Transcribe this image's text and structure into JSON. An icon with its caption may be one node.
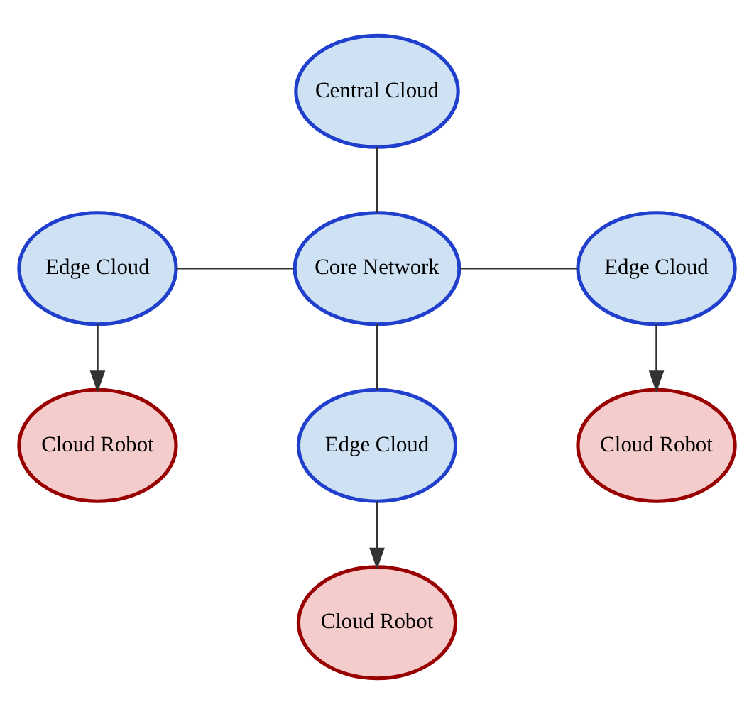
{
  "diagram": {
    "nodes": [
      {
        "text": [
          "Central Cloud"
        ]
      },
      {
        "text": [
          "Edge Cloud"
        ]
      },
      {
        "text": [
          "Core Network"
        ]
      },
      {
        "text": [
          "Edge Cloud"
        ]
      },
      {
        "text": [
          "Cloud Robot"
        ]
      },
      {
        "text": [
          "Edge Cloud"
        ]
      },
      {
        "text": [
          "Cloud Robot"
        ]
      },
      {
        "text": [
          "Cloud Robot"
        ]
      }
    ],
    "edges": [
      {
        "from": 0,
        "to": 2,
        "arrow": "none"
      },
      {
        "from": 1,
        "to": 2,
        "arrow": "none"
      },
      {
        "from": 2,
        "to": 3,
        "arrow": "none"
      },
      {
        "from": 2,
        "to": 5,
        "arrow": "none"
      },
      {
        "from": 1,
        "to": 4,
        "arrow": "to"
      },
      {
        "from": 3,
        "to": 6,
        "arrow": "to"
      },
      {
        "from": 5,
        "to": 7,
        "arrow": "to"
      }
    ]
  }
}
